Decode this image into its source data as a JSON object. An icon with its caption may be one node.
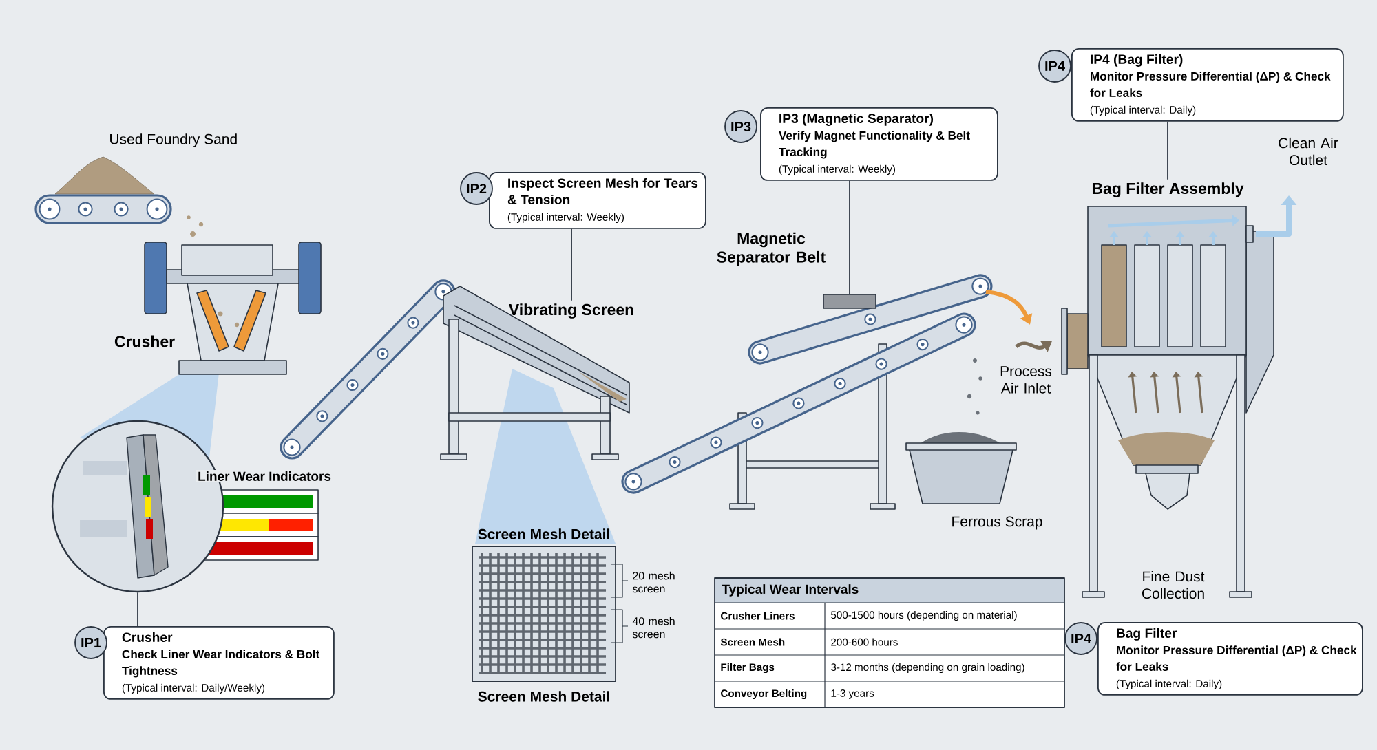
{
  "diagram": {
    "nodes": [
      {
        "text": [
          "IP1",
          "Crusher",
          "Check Liner Wear Indicators & Bolt Tightness",
          "(Typical interval: Daily/Weekly)"
        ]
      },
      {
        "text": [],
        "shape": "circle"
      },
      {
        "text": [
          "IP2",
          "Inspect Screen Mesh for Tears & Tension",
          "(Typical interval: Weekly)"
        ]
      },
      {
        "text": [
          "Vibrating Screen"
        ]
      },
      {
        "text": [
          "IP3",
          "IP3 (Magnetic Separator)",
          "Verify Magnet Functionality & Belt Tracking",
          "(Typical interval: Weekly)"
        ]
      },
      {
        "text": [],
        "shape": "box"
      },
      {
        "text": [
          "IP4",
          "IP4 (Bag Filter)",
          "Monitor Pressure Differential (ΔP) & Check for Leaks",
          "(Typical interval: Daily)"
        ]
      },
      {
        "text": [
          "Bag Filter Assembly"
        ]
      },
      {
        "text": [
          "IP4",
          "Bag Filter",
          "Monitor Pressure Differential (ΔP) & Check for Leaks",
          "(Typical interval: Daily)"
        ]
      }
    ],
    "edges": [
      {
        "from": 0,
        "to": 1,
        "arrow": "none"
      },
      {
        "from": 2,
        "to": 3,
        "arrow": "none"
      },
      {
        "from": 4,
        "to": 5,
        "arrow": "none"
      },
      {
        "from": 6,
        "to": 7,
        "arrow": "none"
      }
    ],
    "labels": [
      "Used Foundry Sand",
      "Crusher",
      "Magnetic Separator Belt",
      "Clean Air Outlet",
      "Process Air Inlet",
      "Liner Wear Indicators",
      "Ferrous Scrap",
      "Screen Mesh Detail",
      "20 mesh screen",
      "40 mesh screen",
      "Fine Dust Collection",
      "Screen Mesh Detail",
      "Typical Wear Intervals",
      "Crusher Liners",
      "500-1500 hours (depending on material)",
      "Screen Mesh",
      "200-600 hours",
      "Filter Bags",
      "3-12 months (depending on grain loading)",
      "Conveyor Belting",
      "1-3 years"
    ]
  }
}
